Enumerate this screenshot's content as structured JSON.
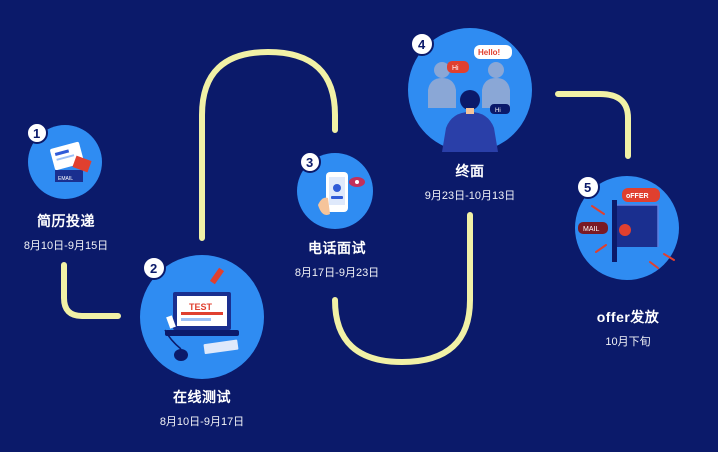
{
  "steps": [
    {
      "number": "1",
      "title": "简历投递",
      "date": "8月10日-9月15日",
      "icon": "email-application-icon"
    },
    {
      "number": "2",
      "title": "在线测试",
      "date": "8月10日-9月17日",
      "icon": "online-test-laptop-icon"
    },
    {
      "number": "3",
      "title": "电话面试",
      "date": "8月17日-9月23日",
      "icon": "phone-call-icon"
    },
    {
      "number": "4",
      "title": "终面",
      "date": "9月23日-10月13日",
      "icon": "final-interview-group-icon"
    },
    {
      "number": "5",
      "title": "offer发放",
      "date": "10月下旬",
      "icon": "offer-mailbox-icon"
    }
  ],
  "illustration_text": {
    "email_tag": "EMAIL",
    "test_screen": "TEST",
    "bubble_hello": "Hello!",
    "bubble_hi1": "Hi",
    "bubble_hi2": "Hi",
    "offer_tag": "oFFER",
    "mail_tag": "MAIL"
  },
  "colors": {
    "background": "#0b1a6a",
    "path": "#f1f1a6",
    "circle": "#2f8cf2",
    "accent_red": "#e0402f"
  }
}
